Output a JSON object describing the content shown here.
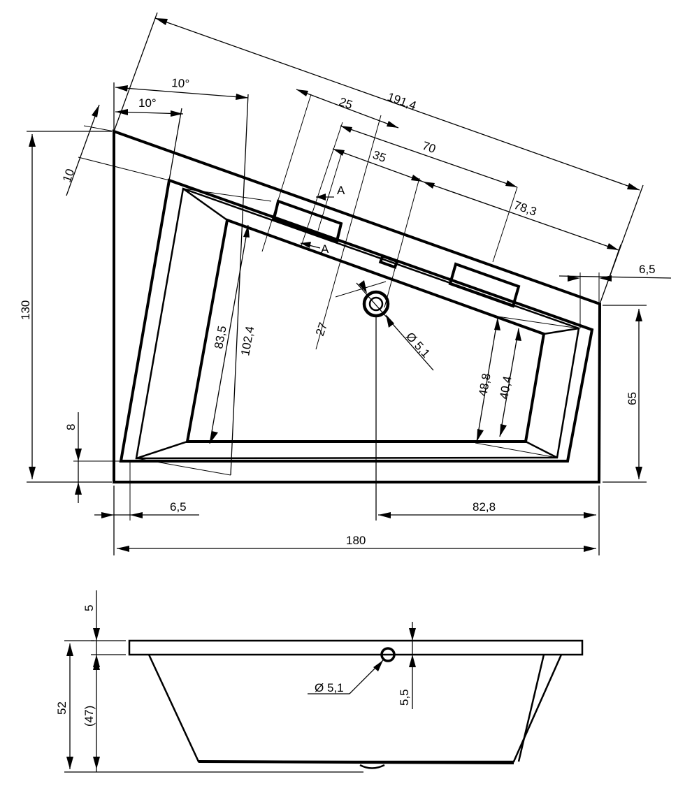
{
  "top_view": {
    "dimensions": {
      "angle_outer": "10°",
      "angle_inner": "10°",
      "diagonal_length": "191,4",
      "offset_25": "25",
      "offset_70": "70",
      "offset_35": "35",
      "offset_78_3": "78,3",
      "rim_6_5_right": "6,5",
      "edge_10": "10",
      "height_130": "130",
      "inner_83_5": "83,5",
      "inner_102_4": "102,4",
      "dim_27": "27",
      "drain_diameter": "Ø 5,1",
      "inner_48_8": "48,8",
      "inner_40_4": "40,4",
      "height_65": "65",
      "dim_8": "8",
      "rim_6_5_bottom": "6,5",
      "drain_offset_82_8": "82,8",
      "total_width_180": "180"
    },
    "section_markers": [
      "A",
      "A"
    ]
  },
  "side_view": {
    "dimensions": {
      "rim_5": "5",
      "height_52": "52",
      "inner_depth_47": "(47)",
      "overflow_diameter": "Ø 5,1",
      "overflow_5_5": "5,5"
    }
  }
}
